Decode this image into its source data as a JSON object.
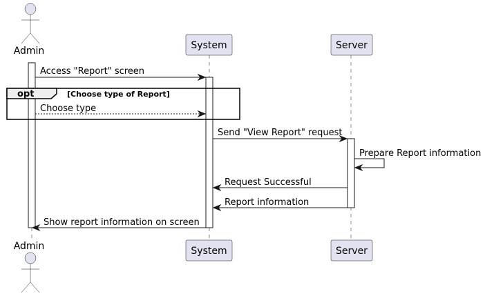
{
  "participants": {
    "admin": "Admin",
    "system": "System",
    "server": "Server"
  },
  "fragment": {
    "keyword": "opt",
    "condition": "[Choose type of Report]"
  },
  "messages": {
    "m1": "Access \"Report\" screen",
    "m2": "Choose type",
    "m3": "Send \"View Report\" request",
    "m4": "Prepare Report information",
    "m5": "Request Successful",
    "m6": "Report information",
    "m7": "Show report information on screen"
  },
  "colors": {
    "participant_fill": "#E2E2F0",
    "line": "#181818"
  }
}
